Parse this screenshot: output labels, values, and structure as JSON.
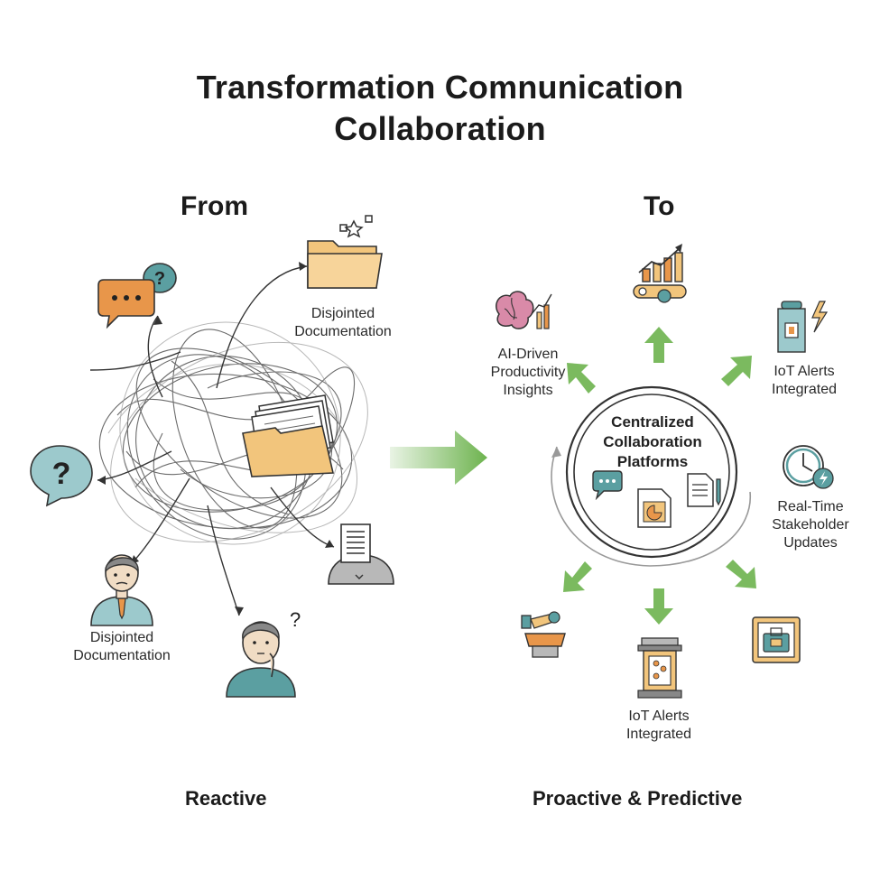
{
  "title": {
    "line1": "Transformation Comnunication",
    "line2": "Collaboration"
  },
  "left": {
    "heading": "From",
    "footer": "Reactive",
    "labels": {
      "top": [
        "Disjointed",
        "Documentation"
      ],
      "bottom": [
        "Disjointed",
        "Documentation"
      ]
    }
  },
  "right": {
    "heading": "To",
    "footer": "Proactive & Predictive",
    "center": [
      "Centralized",
      "Collaboration",
      "Platforms"
    ],
    "labels": {
      "ai": [
        "AI-Driven",
        "Productivity",
        "Insights"
      ],
      "iot_top": [
        "IoT Alerts",
        "Integrated"
      ],
      "realtime": [
        "Real-Time",
        "Stakeholder",
        "Updates"
      ],
      "iot_bottom": [
        "IoT Alerts",
        "Integrated"
      ]
    }
  },
  "colors": {
    "arrow_green": "#6db34e",
    "folder": "#f2c57c",
    "teal": "#5b9fa1",
    "orange": "#e8964a",
    "pink": "#d98aa8"
  }
}
